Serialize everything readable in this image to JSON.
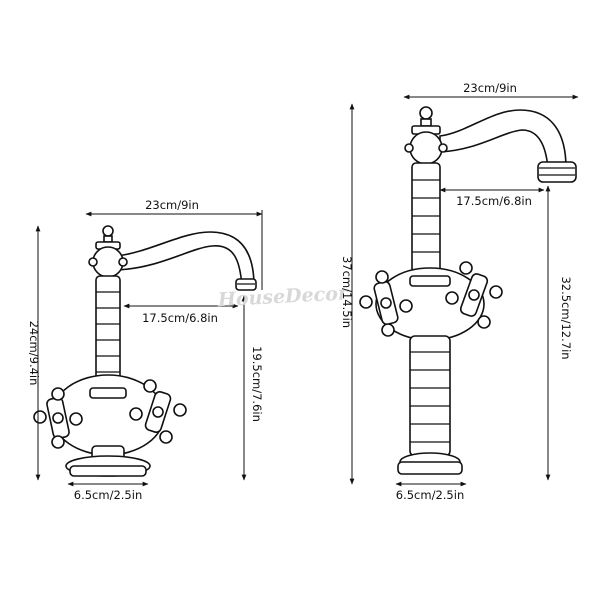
{
  "watermark": "HouseDecor",
  "left_faucet": {
    "spout_width": "23cm/9in",
    "spout_reach": "17.5cm/6.8in",
    "total_height": "24cm/9.4in",
    "spout_height": "19.5cm/7.6in",
    "base_diameter": "6.5cm/2.5in"
  },
  "right_faucet": {
    "spout_width": "23cm/9in",
    "spout_reach": "17.5cm/6.8in",
    "total_height": "37cm/14.5in",
    "spout_height": "32.5cm/12.7in",
    "base_diameter": "6.5cm/2.5in"
  },
  "colors": {
    "line": "#111111",
    "watermark": "#d8d8d8",
    "background": "#ffffff"
  }
}
